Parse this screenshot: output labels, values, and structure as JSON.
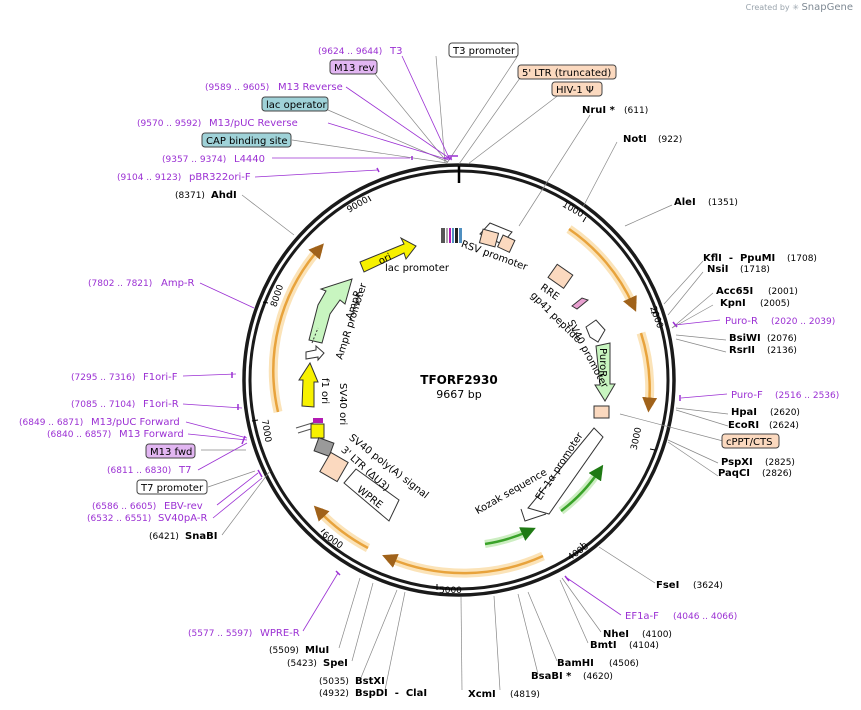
{
  "credit": {
    "prefix": "Created by",
    "brand": "SnapGene"
  },
  "plasmid": {
    "name": "TFORF2930",
    "size": "9667 bp",
    "length": 9667
  },
  "ticks": [
    "1000",
    "2000",
    "3000",
    "4000",
    "5000",
    "6000",
    "7000",
    "8000",
    "9000"
  ],
  "enzymes": [
    {
      "name": "NruI *",
      "pos": "(611)",
      "bp": 611
    },
    {
      "name": "NotI",
      "pos": "(922)",
      "bp": 922
    },
    {
      "name": "AleI",
      "pos": "(1351)",
      "bp": 1351
    },
    {
      "name": "KflI  -  PpuMI",
      "pos": "(1708)",
      "bp": 1708
    },
    {
      "name": "NsiI",
      "pos": "(1718)",
      "bp": 1718
    },
    {
      "name": "Acc65I",
      "pos": "(2001)",
      "bp": 2001
    },
    {
      "name": "KpnI",
      "pos": "(2005)",
      "bp": 2005
    },
    {
      "name": "BsiWI",
      "pos": "(2076)",
      "bp": 2076
    },
    {
      "name": "RsrII",
      "pos": "(2136)",
      "bp": 2136
    },
    {
      "name": "HpaI",
      "pos": "(2620)",
      "bp": 2620
    },
    {
      "name": "EcoRI",
      "pos": "(2624)",
      "bp": 2624
    },
    {
      "name": "PspXI",
      "pos": "(2825)",
      "bp": 2825
    },
    {
      "name": "PaqCI",
      "pos": "(2826)",
      "bp": 2826
    },
    {
      "name": "FseI",
      "pos": "(3624)",
      "bp": 3624
    },
    {
      "name": "NheI",
      "pos": "(4100)",
      "bp": 4100
    },
    {
      "name": "BmtI",
      "pos": "(4104)",
      "bp": 4104
    },
    {
      "name": "BamHI",
      "pos": "(4506)",
      "bp": 4506
    },
    {
      "name": "BsaBI *",
      "pos": "(4620)",
      "bp": 4620
    },
    {
      "name": "XcmI",
      "pos": "(4819)",
      "bp": 4819
    },
    {
      "name": "BspDI  -  ClaI",
      "pos": "(4932)",
      "bp": 4932
    },
    {
      "name": "BstXI",
      "pos": "(5035)",
      "bp": 5035
    },
    {
      "name": "SpeI",
      "pos": "(5423)",
      "bp": 5423
    },
    {
      "name": "MluI",
      "pos": "(5509)",
      "bp": 5509
    },
    {
      "name": "SnaBI",
      "pos": "(6421)",
      "bp": 6421
    },
    {
      "name": "AhdI",
      "pos": "(8371)",
      "bp": 8371
    }
  ],
  "primers": [
    {
      "name": "T3",
      "pos": "(9624 .. 9644)"
    },
    {
      "name": "M13 Reverse",
      "pos": "(9589 .. 9605)"
    },
    {
      "name": "M13/pUC Reverse",
      "pos": "(9570 .. 9592)"
    },
    {
      "name": "L4440",
      "pos": "(9357 .. 9374)"
    },
    {
      "name": "pBR322ori-F",
      "pos": "(9104 .. 9123)"
    },
    {
      "name": "Amp-R",
      "pos": "(7802 .. 7821)"
    },
    {
      "name": "F1ori-F",
      "pos": "(7295 .. 7316)"
    },
    {
      "name": "F1ori-R",
      "pos": "(7085 .. 7104)"
    },
    {
      "name": "M13/pUC Forward",
      "pos": "(6849 .. 6871)"
    },
    {
      "name": "M13 Forward",
      "pos": "(6840 .. 6857)"
    },
    {
      "name": "T7",
      "pos": "(6811 .. 6830)"
    },
    {
      "name": "EBV-rev",
      "pos": "(6586 .. 6605)"
    },
    {
      "name": "SV40pA-R",
      "pos": "(6532 .. 6551)"
    },
    {
      "name": "WPRE-R",
      "pos": "(5577 .. 5597)"
    },
    {
      "name": "Puro-R",
      "pos": "(2020 .. 2039)"
    },
    {
      "name": "Puro-F",
      "pos": "(2516 .. 2536)"
    },
    {
      "name": "EF1a-F",
      "pos": "(4046 .. 4066)"
    }
  ],
  "boxes": [
    {
      "name": "T3 promoter",
      "kind": "promoter"
    },
    {
      "name": "M13 rev",
      "kind": "primerbind"
    },
    {
      "name": "lac operator",
      "kind": "protein"
    },
    {
      "name": "CAP binding site",
      "kind": "protein"
    },
    {
      "name": "5' LTR (truncated)",
      "kind": "ltr"
    },
    {
      "name": "HIV-1 Ψ",
      "kind": "ltr"
    },
    {
      "name": "cPPT/CTS",
      "kind": "ltr"
    },
    {
      "name": "M13 fwd",
      "kind": "primerbind"
    },
    {
      "name": "T7 promoter",
      "kind": "promoter"
    }
  ],
  "features": [
    {
      "name": "ori"
    },
    {
      "name": "lac promoter"
    },
    {
      "name": "RSV promoter"
    },
    {
      "name": "RRE"
    },
    {
      "name": "gp41 peptide"
    },
    {
      "name": "SV40 promoter"
    },
    {
      "name": "PuroR"
    },
    {
      "name": "EF-1α promoter"
    },
    {
      "name": "Kozak sequence"
    },
    {
      "name": "WPRE"
    },
    {
      "name": "3' LTR (ΔU3)"
    },
    {
      "name": "SV40 poly(A) signal"
    },
    {
      "name": "f1 ori"
    },
    {
      "name": "SV40 ori"
    },
    {
      "name": "AmpR promoter"
    },
    {
      "name": "AmpR"
    }
  ],
  "colors": {
    "backbone": "#1a1a1a",
    "enzyme_text": "#000000",
    "primer": "#9b30d3",
    "orf_orange": "#e8a33c",
    "orf_glow": "#fbe3b8",
    "green_orf": "#3aa32a",
    "ori_yellow": "#f7f100",
    "ampr_green": "#c8f5c0",
    "ltr_fill": "#fbd9bf",
    "box_blue": "#9fd2d8",
    "box_purple": "#e2b6f2"
  }
}
